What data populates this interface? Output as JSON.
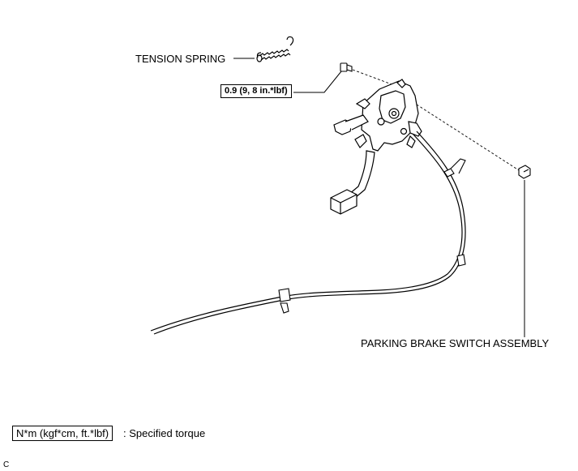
{
  "labels": {
    "tension_spring": "TENSION SPRING",
    "torque_value": "0.9 (9, 8 in.*lbf)",
    "switch_assembly": "PARKING BRAKE SWITCH ASSEMBLY"
  },
  "legend": {
    "unit_box": "N*m (kgf*cm, ft.*lbf)",
    "description": ": Specified torque"
  },
  "illustration_code": "C"
}
